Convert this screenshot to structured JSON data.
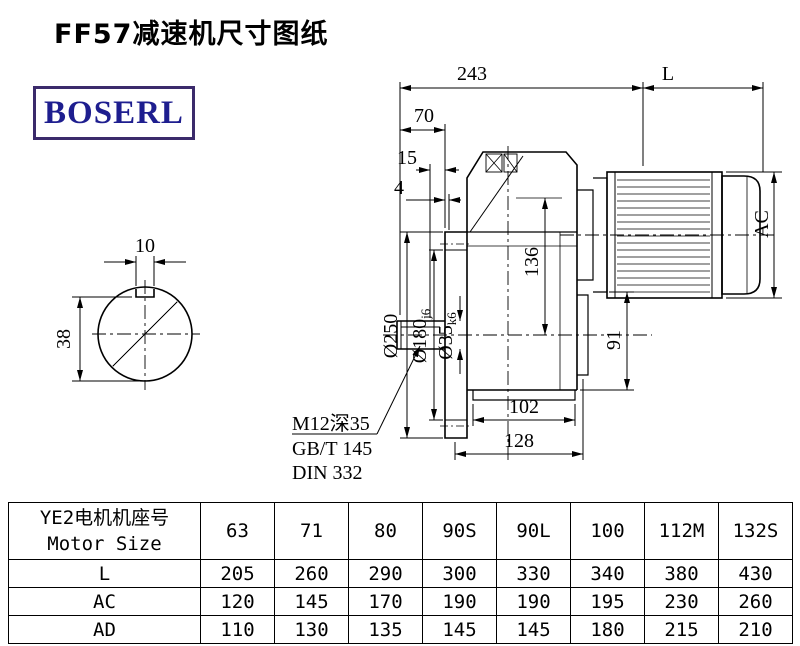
{
  "page": {
    "title": "FF57减速机尺寸图纸"
  },
  "logo": {
    "text": "BOSERL",
    "border_color": "#3b2a6b",
    "text_color": "#1e1e8f"
  },
  "drawing": {
    "dims": {
      "d243": "243",
      "L": "L",
      "d70": "70",
      "d15": "15",
      "d4": "4",
      "AC": "AC",
      "d250": "Ø250",
      "d180": "Ø180",
      "d180_fit": "j6",
      "d35": "Ø35",
      "d35_fit": "k6",
      "d136": "136",
      "d91": "91",
      "d102": "102",
      "d128": "128",
      "d10": "10",
      "d38": "38"
    },
    "notes": {
      "tap": "M12深35",
      "gb": "GB/T 145",
      "din": "DIN 332"
    }
  },
  "table": {
    "header_cn": "YE2电机机座号",
    "header_en": "Motor Size",
    "columns": [
      "63",
      "71",
      "80",
      "90S",
      "90L",
      "100",
      "112M",
      "132S"
    ],
    "rows": [
      {
        "label": "L",
        "values": [
          "205",
          "260",
          "290",
          "300",
          "330",
          "340",
          "380",
          "430"
        ]
      },
      {
        "label": "AC",
        "values": [
          "120",
          "145",
          "170",
          "190",
          "190",
          "195",
          "230",
          "260"
        ]
      },
      {
        "label": "AD",
        "values": [
          "110",
          "130",
          "135",
          "145",
          "145",
          "180",
          "215",
          "210"
        ]
      }
    ]
  }
}
